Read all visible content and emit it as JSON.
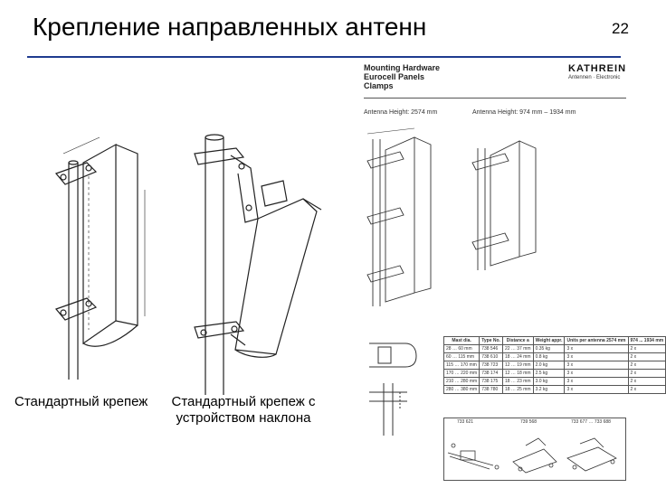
{
  "slide": {
    "title": "Крепление направленных антенн",
    "page_number": "22",
    "caption_left": "Стандартный крепеж",
    "caption_right": "Стандартный крепеж с устройством наклона"
  },
  "datasheet": {
    "heading_lines": [
      "Mounting Hardware",
      "Eurocell Panels",
      "Clamps"
    ],
    "brand": "KATHREIN",
    "brand_subtitle": "Antennen · Electronic",
    "antenna_height_left": "Antenna Height: 2574 mm",
    "antenna_height_right": "Antenna Height: 974 mm – 1934 mm",
    "table": {
      "headers": [
        "Mast dia.",
        "Type No.",
        "Distance a",
        "Weight appr.",
        "Units per antenna 2574 mm",
        "974 ... 1934 mm"
      ],
      "rows": [
        [
          "28 … 60 mm",
          "738 546",
          "22 … 37 mm",
          "0.35 kg",
          "3 x",
          "2 x"
        ],
        [
          "60 … 115 mm",
          "738 610",
          "18 … 24 mm",
          "0.8 kg",
          "3 x",
          "2 x"
        ],
        [
          "115 … 170 mm",
          "738 723",
          "12 … 19 mm",
          "2.0 kg",
          "3 x",
          "2 x"
        ],
        [
          "170 … 220 mm",
          "738 174",
          "12 … 18 mm",
          "2.5 kg",
          "3 x",
          "2 x"
        ],
        [
          "210 … 280 mm",
          "738 175",
          "18 … 23 mm",
          "3.0 kg",
          "3 x",
          "2 x"
        ],
        [
          "280 … 380 mm",
          "738 780",
          "18 … 25 mm",
          "3.2 kg",
          "3 x",
          "2 x"
        ]
      ]
    },
    "kit_labels": [
      "733 621",
      "739 568",
      "733 677 … 733 688"
    ]
  }
}
